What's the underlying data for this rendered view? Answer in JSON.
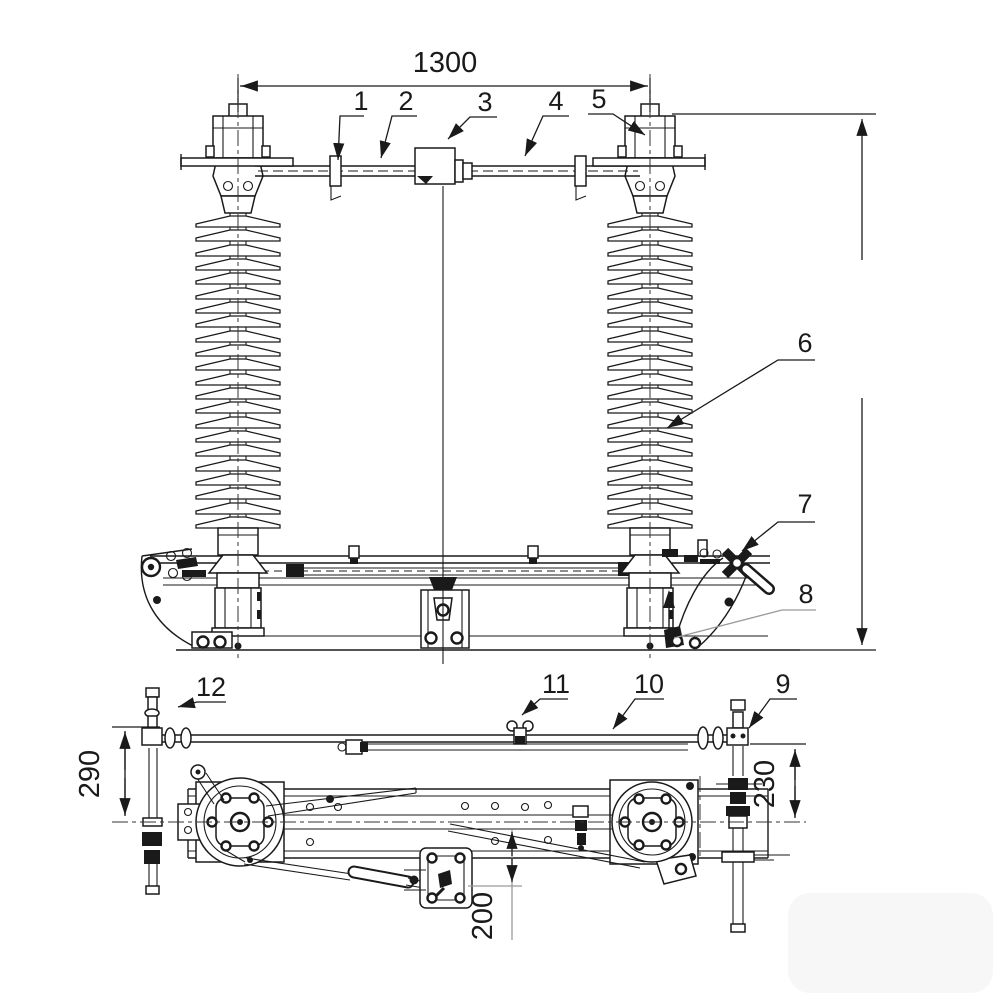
{
  "colors": {
    "line": "#1a1a1a",
    "background": "#ffffff",
    "watermark": "#f7f7f7"
  },
  "dimensions": {
    "top_width": "1300",
    "left_height": "290",
    "right_height": "230",
    "bottom_offset": "200"
  },
  "callouts": {
    "c1": "1",
    "c2": "2",
    "c3": "3",
    "c4": "4",
    "c5": "5",
    "c6": "6",
    "c7": "7",
    "c8": "8",
    "c9": "9",
    "c10": "10",
    "c11": "11",
    "c12": "12"
  }
}
